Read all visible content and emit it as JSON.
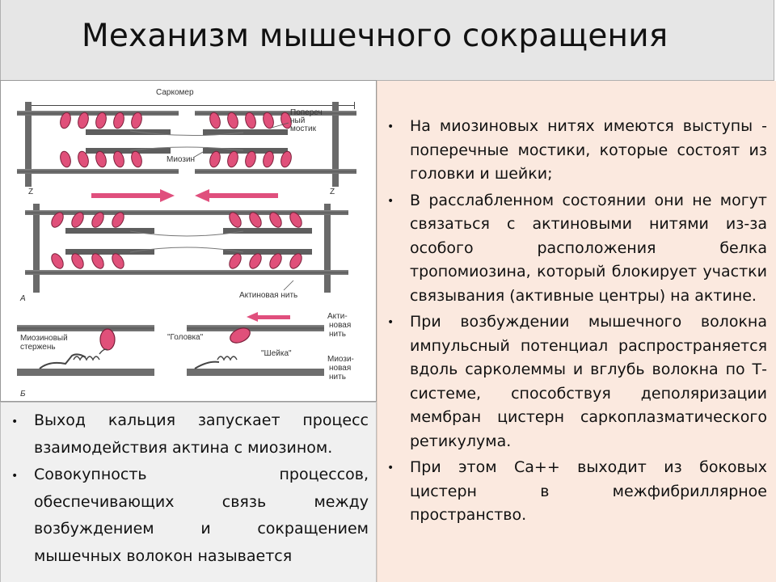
{
  "title": "Механизм мышечного сокращения",
  "figure": {
    "sarcomere": "Саркомер",
    "cross_bridge": [
      "Попереч",
      "ный",
      "мостик"
    ],
    "myosin": "Миозин",
    "z1": "Z",
    "z2": "Z",
    "actin_filament": "Актиновая нить",
    "panel_a": "А",
    "panel_b": "Б",
    "myosin_rod": [
      "Миозиновый",
      "стержень"
    ],
    "head": "\"Головка\"",
    "neck": "\"Шейка\"",
    "actin_right": [
      "Акти-",
      "новая",
      "нить"
    ],
    "myosin_right": [
      "Миози-",
      "новая",
      "нить"
    ]
  },
  "right_bullets": [
    "На миозиновых нитях имеются выступы - поперечные мостики, которые состоят из головки и шейки;",
    "В расслабленном состоянии они не могут связаться с актиновыми нитями из-за особого расположения белка тропомиозина, который блокирует участки связывания (активные центры) на актине.",
    "При возбуждении мышечного волокна импульсный потенциал распространяется вдоль сарколеммы и вглубь волокна по Т-системе, способствуя деполяризации мембран цистерн саркоплазматического ретикулума.",
    "При этом Са++ выходит из боковых цистерн в межфибриллярное пространство."
  ],
  "left_bullets": [
    "Выход кальция запускает процесс взаимодействия актина с миозином.",
    "Совокупность процессов, обеспечивающих связь между возбуждением и сокращением мышечных волокон называется"
  ],
  "bullet_char": "•",
  "colors": {
    "myosin_head": "#e0507a",
    "arrow": "#e04f7d",
    "right_panel_bg": "#fbe9df",
    "left_panel_bg": "#f0f0f0",
    "title_bg": "#e6e6e6"
  }
}
